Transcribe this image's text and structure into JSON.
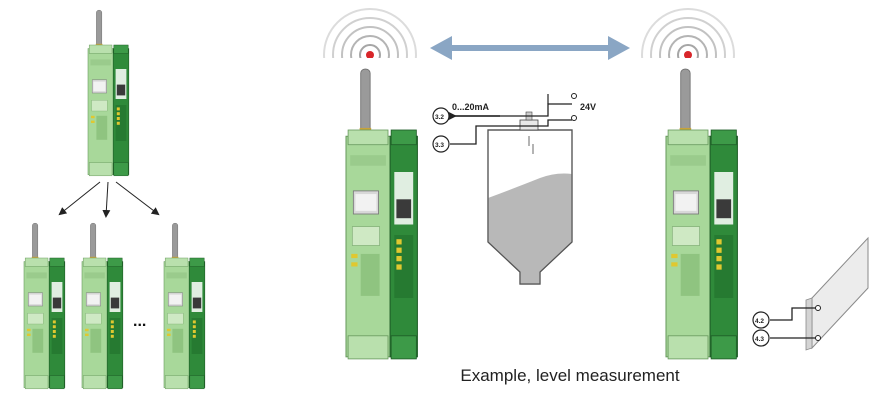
{
  "diagram": {
    "caption": "Example, level measurement",
    "labels": {
      "current_range": "0...20mA",
      "voltage": "24V",
      "ellipsis": "..."
    },
    "terminals": {
      "sensor_top": "3.2",
      "sensor_bottom": "3.3",
      "output_top": "4.2",
      "output_bottom": "4.3"
    },
    "colors": {
      "module_green": "#a8d89a",
      "module_dark_green": "#2f8a3a",
      "arrow_blue": "#8aa6c4",
      "signal_red": "#d8262a",
      "silo_fill": "#b8b8b8"
    }
  }
}
